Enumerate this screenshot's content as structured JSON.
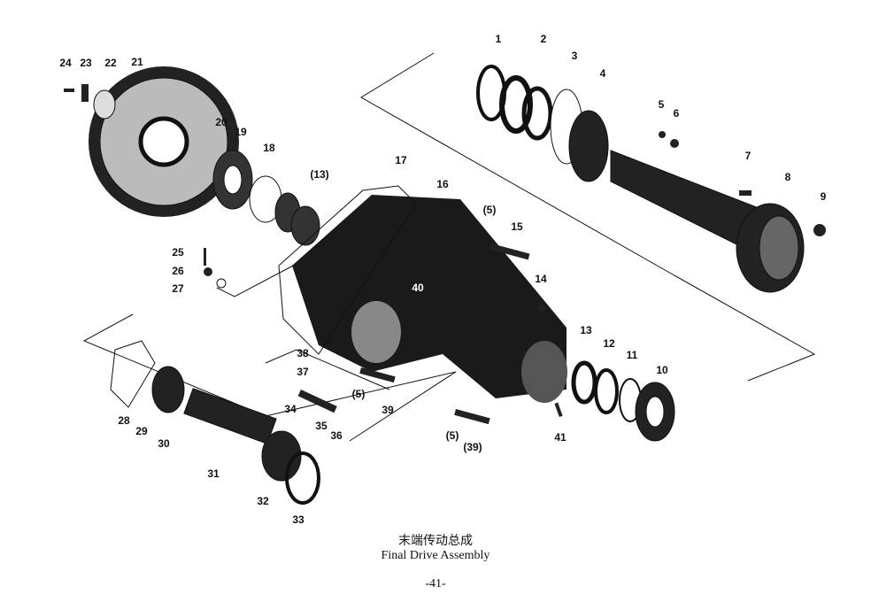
{
  "caption": {
    "title_cn": "末端传动总成",
    "title_en": "Final Drive Assembly",
    "page_number": "-41-"
  },
  "part_labels": [
    "1",
    "2",
    "3",
    "4",
    "5",
    "6",
    "7",
    "8",
    "9",
    "10",
    "11",
    "12",
    "13",
    "14",
    "15",
    "16",
    "17",
    "(13)",
    "18",
    "19",
    "20",
    "21",
    "22",
    "23",
    "24",
    "25",
    "26",
    "27",
    "(5)",
    "40",
    "38",
    "37",
    "(5)",
    "39",
    "34",
    "35",
    "36",
    "(5)",
    "(39)",
    "28",
    "29",
    "30",
    "31",
    "32",
    "33",
    "41"
  ]
}
